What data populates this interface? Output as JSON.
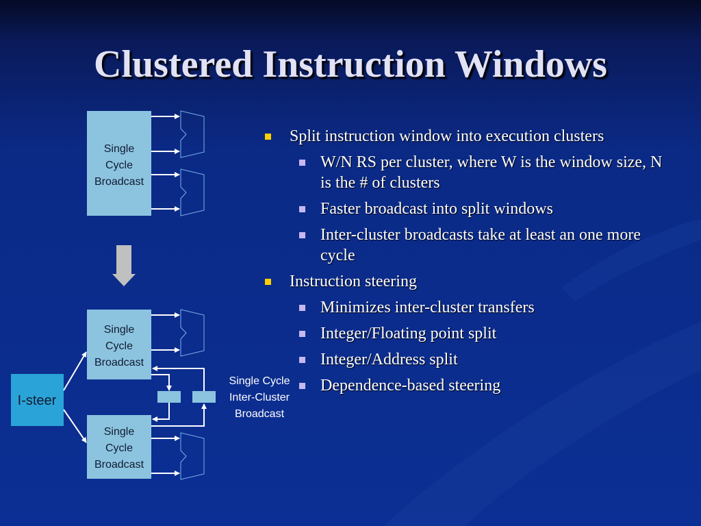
{
  "title": "Clustered Instruction Windows",
  "diagram": {
    "top_box": [
      "Single",
      "Cycle",
      "Broadcast"
    ],
    "cluster1_box": [
      "Single",
      "Cycle",
      "Broadcast"
    ],
    "cluster2_box": [
      "Single",
      "Cycle",
      "Broadcast"
    ],
    "steer_label": "I-steer",
    "inter_cluster_label": [
      "Single Cycle",
      "Inter-Cluster",
      "Broadcast"
    ],
    "colors": {
      "box": "#8cc4e0",
      "steer": "#2aa4d8",
      "arrow": "#c0c0c0"
    }
  },
  "bullets": [
    {
      "level": 1,
      "text": "Split instruction window into execution clusters"
    },
    {
      "level": 2,
      "text": "W/N RS per cluster, where W is the window size, N is the # of clusters"
    },
    {
      "level": 2,
      "text": "Faster broadcast into split windows"
    },
    {
      "level": 2,
      "text": "Inter-cluster broadcasts take at least an one more cycle"
    },
    {
      "level": 1,
      "text": "Instruction steering"
    },
    {
      "level": 2,
      "text": "Minimizes inter-cluster transfers"
    },
    {
      "level": 2,
      "text": "Integer/Floating point split"
    },
    {
      "level": 2,
      "text": "Integer/Address split"
    },
    {
      "level": 2,
      "text": "Dependence-based steering"
    }
  ]
}
